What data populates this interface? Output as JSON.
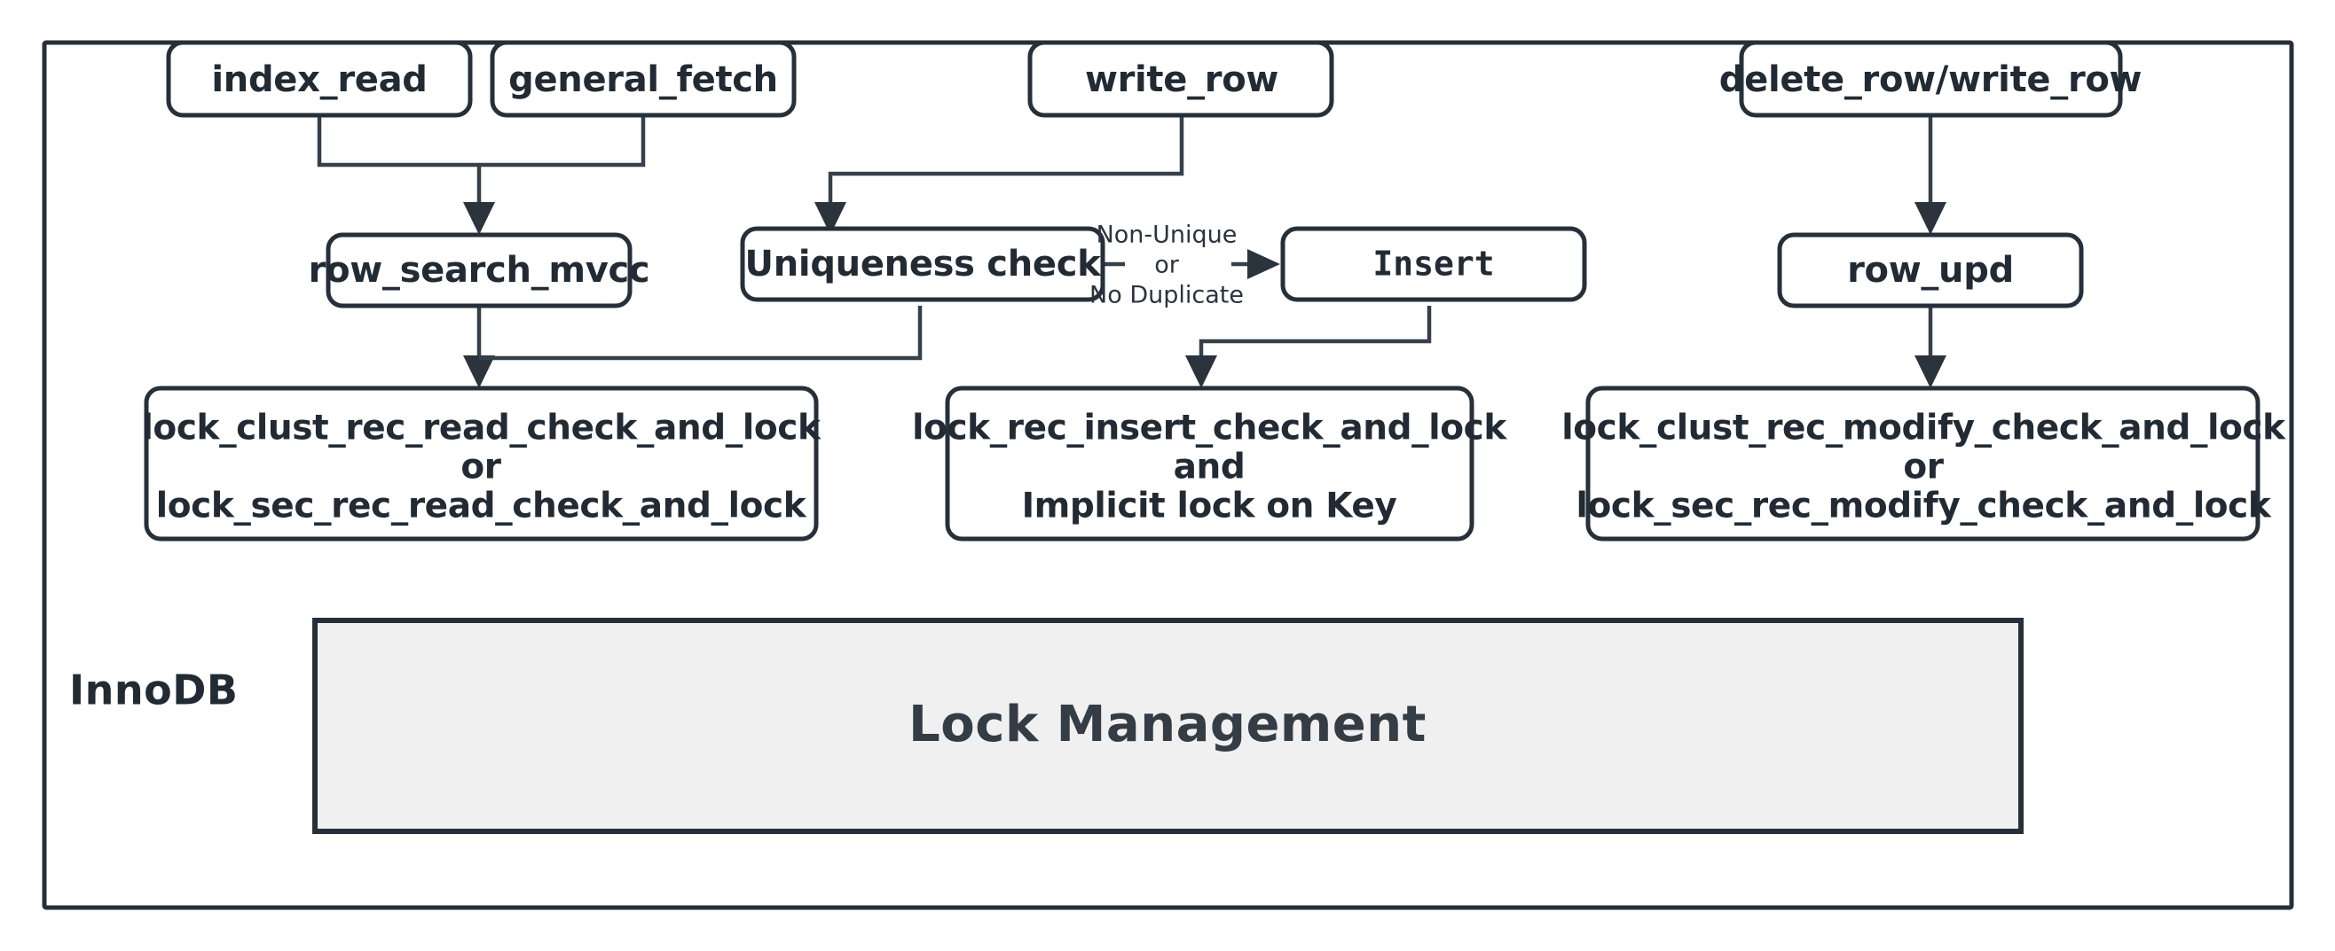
{
  "diagram": {
    "title": "InnoDB row operation to lock function flow",
    "group_label": "InnoDB",
    "colors": {
      "stroke": "#262f3a",
      "edge": "#35404a",
      "node_fill": "#ffffff",
      "panel_fill": "#f0f0f0",
      "text": "#222a33",
      "background": "#ffffff"
    },
    "nodes": {
      "index_read": {
        "label": "index_read"
      },
      "general_fetch": {
        "label": "general_fetch"
      },
      "write_row": {
        "label": "write_row"
      },
      "delete_row_write_row": {
        "label": "delete_row/write_row"
      },
      "row_search_mvcc": {
        "label": "row_search_mvcc"
      },
      "uniqueness_check": {
        "label": "Uniqueness check"
      },
      "insert": {
        "label": "Insert"
      },
      "row_upd": {
        "label": "row_upd"
      },
      "lock_read": {
        "line1": "lock_clust_rec_read_check_and_lock",
        "line2": "or",
        "line3": "lock_sec_rec_read_check_and_lock"
      },
      "lock_insert": {
        "line1": "lock_rec_insert_check_and_lock",
        "line2": "and",
        "line3": "Implicit lock on Key"
      },
      "lock_modify": {
        "line1": "lock_clust_rec_modify_check_and_lock",
        "line2": "or",
        "line3": "lock_sec_rec_modify_check_and_lock"
      },
      "lock_management_panel": {
        "label": "Lock Management"
      }
    },
    "edge_labels": {
      "uniqueness_to_insert": {
        "line1": "Non-Unique",
        "line2": "or",
        "line3": "No Duplicate"
      }
    },
    "edges": [
      {
        "from": "index_read",
        "to": "row_search_mvcc",
        "label": ""
      },
      {
        "from": "general_fetch",
        "to": "row_search_mvcc",
        "label": ""
      },
      {
        "from": "write_row",
        "to": "uniqueness_check",
        "label": ""
      },
      {
        "from": "delete_row_write_row",
        "to": "row_upd",
        "label": ""
      },
      {
        "from": "row_search_mvcc",
        "to": "lock_read",
        "label": ""
      },
      {
        "from": "uniqueness_check",
        "to": "lock_read",
        "label": ""
      },
      {
        "from": "uniqueness_check",
        "to": "insert",
        "label": "Non-Unique or No Duplicate"
      },
      {
        "from": "insert",
        "to": "lock_insert",
        "label": ""
      },
      {
        "from": "row_upd",
        "to": "lock_modify",
        "label": ""
      }
    ]
  }
}
